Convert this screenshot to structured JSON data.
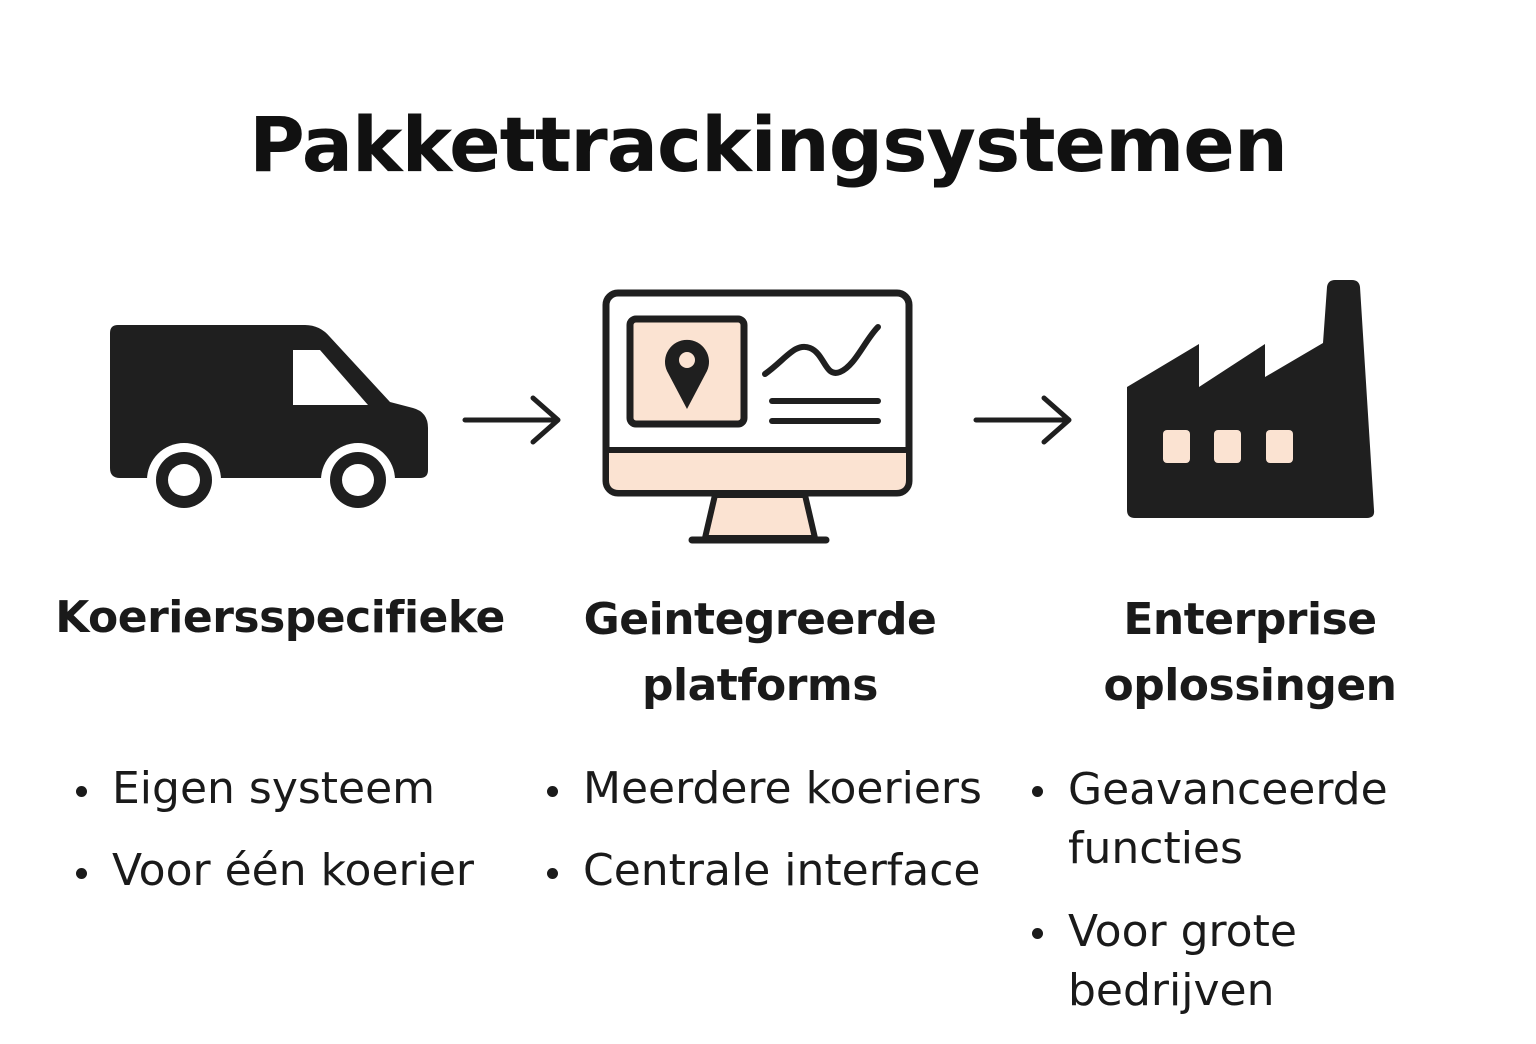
{
  "title": "Pakkettrackingsystemen",
  "colors": {
    "ink": "#1f1f1f",
    "accent": "#fbe3d2",
    "background": "#ffffff"
  },
  "columns": [
    {
      "icon": "delivery-van-icon",
      "heading": "Koeriersspecifieke",
      "bullets": [
        "Eigen systeem",
        "Voor één koerier"
      ]
    },
    {
      "icon": "computer-monitor-icon",
      "heading": "Geintegreerde platforms",
      "bullets": [
        "Meerdere koeriers",
        "Centrale interface"
      ]
    },
    {
      "icon": "factory-icon",
      "heading": "Enterprise oplossingen",
      "bullets": [
        "Geavanceerde functies",
        "Voor grote bedrijven"
      ]
    }
  ],
  "connectors": [
    "arrow-right-icon",
    "arrow-right-icon"
  ]
}
